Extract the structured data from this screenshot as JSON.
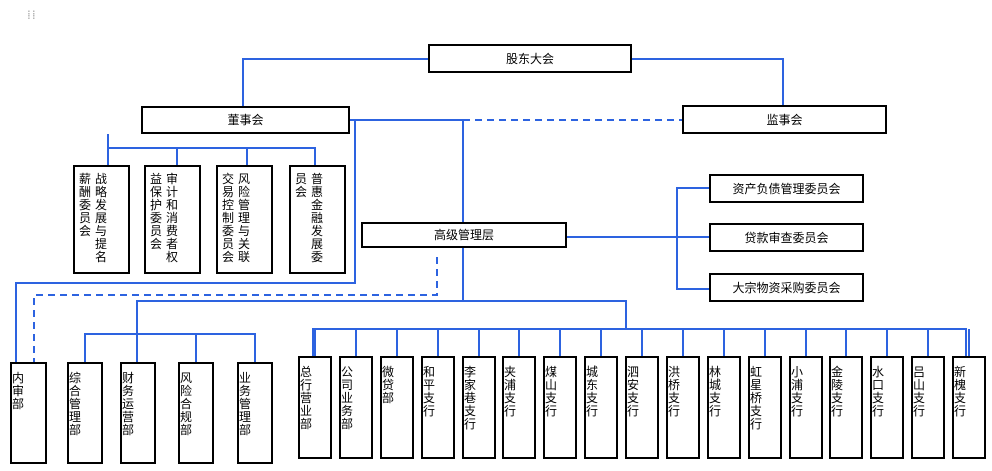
{
  "diagram": {
    "top": "股东大会",
    "board": "董事会",
    "supervisors": "监事会",
    "senior_mgmt": "高级管理层",
    "board_committees": [
      {
        "id": "strategy",
        "line1": "战略发展与提名",
        "line2": "薪酬委员会"
      },
      {
        "id": "audit",
        "line1": "审计和消费者权",
        "line2": "益保护委员会"
      },
      {
        "id": "risk",
        "line1": "风险管理与关联",
        "line2": "交易控制委员会"
      },
      {
        "id": "inclusive",
        "line1": "普惠金融发展委",
        "line2": "员会"
      }
    ],
    "mgmt_committees": [
      "资产负债管理委员会",
      "贷款审查委员会",
      "大宗物资采购委员会"
    ],
    "internal_audit": "内审部",
    "departments": [
      "综合管理部",
      "财务运营部",
      "风险合规部",
      "业务管理部"
    ],
    "business_units": [
      "总行营业部",
      "公司业务部",
      "微贷部",
      "和平支行",
      "李家巷支行",
      "夹浦支行",
      "煤山支行",
      "城东支行",
      "泗安支行",
      "洪桥支行",
      "林城支行",
      "虹星桥支行",
      "小浦支行",
      "金陵支行",
      "水口支行",
      "吕山支行",
      "新槐支行"
    ]
  }
}
